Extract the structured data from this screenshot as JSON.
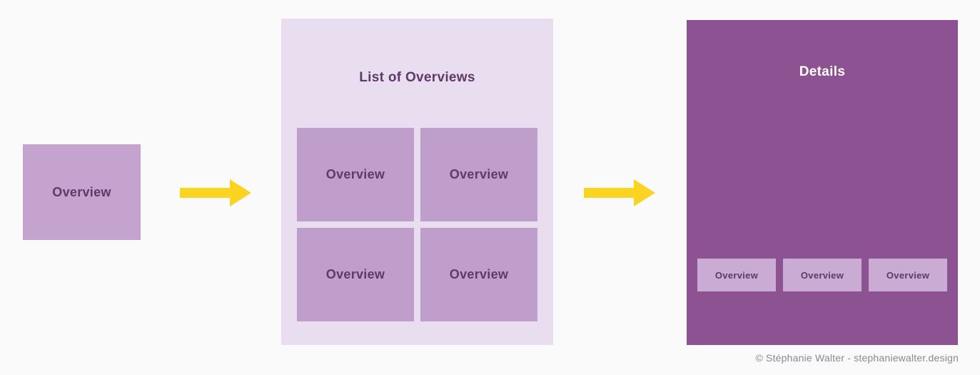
{
  "page": {
    "background": "#fbfafb"
  },
  "colors": {
    "single_card_bg": "#c5a3cf",
    "list_panel_bg": "#e9ddf0",
    "grid_card_bg": "#c09ecb",
    "details_panel_bg": "#8d5292",
    "mini_card_bg": "#c9abd3",
    "text_dark_purple": "#5d3a68",
    "text_white": "#ffffff",
    "arrow_yellow": "#fbd421",
    "credit_gray": "#8c8791"
  },
  "overview_card": {
    "label": "Overview"
  },
  "arrows": [
    {
      "name": "arrow-overview-to-list"
    },
    {
      "name": "arrow-list-to-details"
    }
  ],
  "list_panel": {
    "title": "List of Overviews",
    "cards": [
      {
        "label": "Overview"
      },
      {
        "label": "Overview"
      },
      {
        "label": "Overview"
      },
      {
        "label": "Overview"
      }
    ]
  },
  "details_panel": {
    "title": "Details",
    "cards": [
      {
        "label": "Overview"
      },
      {
        "label": "Overview"
      },
      {
        "label": "Overview"
      }
    ]
  },
  "credit": "© Stéphanie Walter - stephaniewalter.design"
}
